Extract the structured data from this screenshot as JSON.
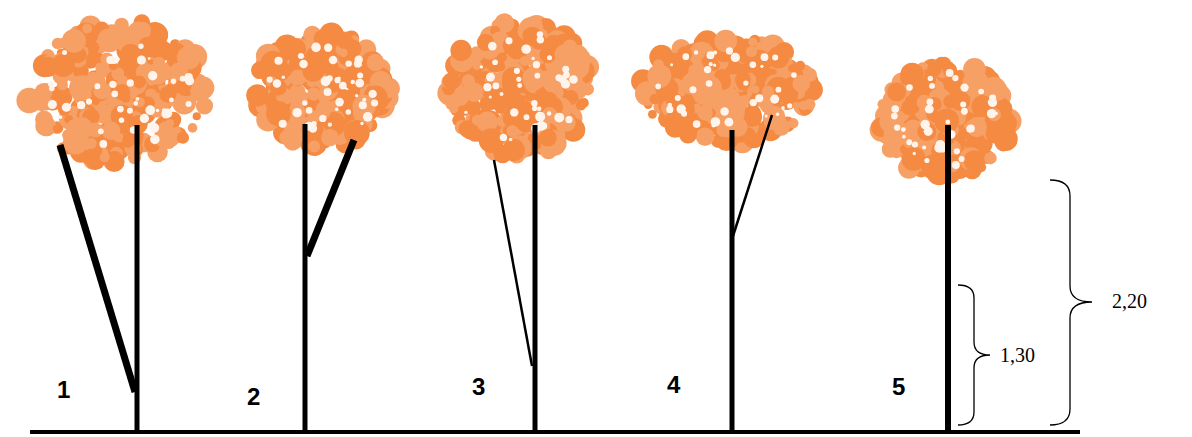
{
  "diagram": {
    "labels": [
      "1",
      "2",
      "3",
      "4",
      "5",
      "1,30",
      "2,20"
    ]
  }
}
